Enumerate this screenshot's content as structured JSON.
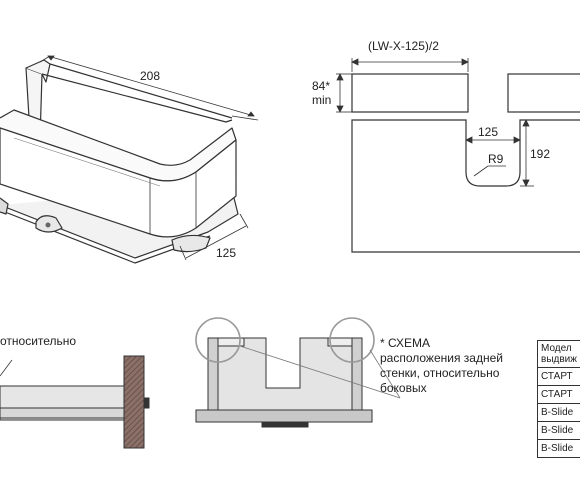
{
  "dimensions": {
    "length_208": "208",
    "depth_125_iso": "125",
    "gap_formula": "(LW-X-125)/2",
    "height_84": "84*",
    "height_min": "min",
    "cutout_width": "125",
    "cutout_height": "192",
    "radius": "R9"
  },
  "left_caption": "относительно",
  "scheme_note": {
    "lines": [
      "* СХЕМА",
      "расположения задней",
      "стенки, относительно",
      "боковых"
    ]
  },
  "table": {
    "header": [
      "Модел",
      "выдвиж"
    ],
    "rows": [
      "СТАРТ",
      "СТАРТ",
      "B-Slide",
      "B-Slide",
      "B-Slide"
    ]
  },
  "colors": {
    "line": "#333333",
    "panel_fill": "#e4e4e4",
    "board_fill": "#c8c8c8",
    "wood_hatch": "#7a6258",
    "circle": "#9a9a9a"
  }
}
